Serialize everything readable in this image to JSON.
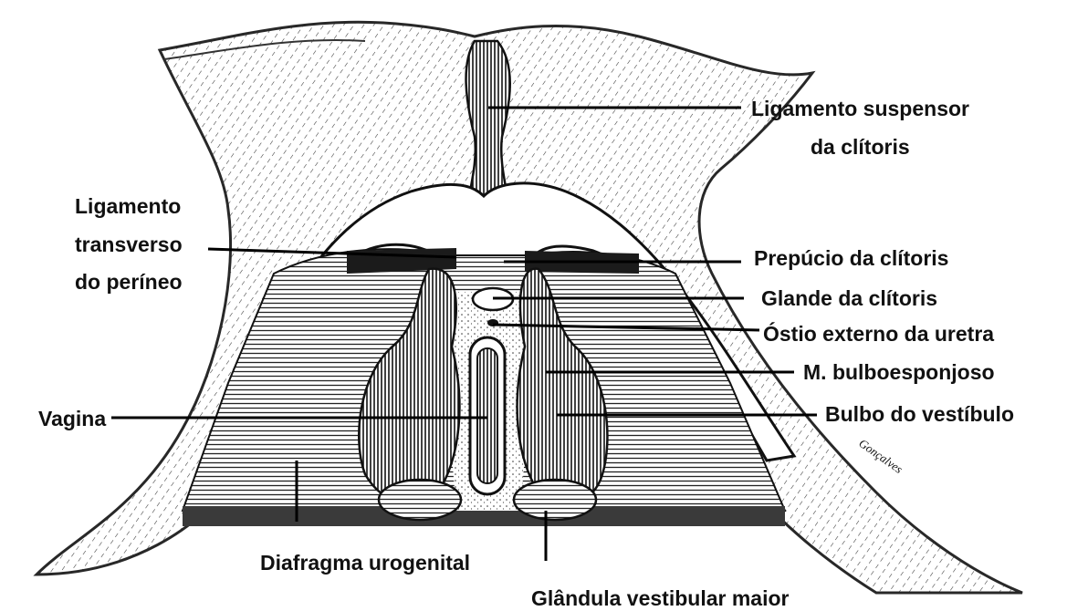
{
  "labels": {
    "suspensor_1": "Ligamento suspensor",
    "suspensor_2": "da clítoris",
    "transverso_1": "Ligamento",
    "transverso_2": "transverso",
    "transverso_3": "do períneo",
    "prepucio": "Prepúcio da clítoris",
    "glande": "Glande da clítoris",
    "ostio": "Óstio externo da uretra",
    "bulboesponjoso": "M. bulboesponjoso",
    "bulbo": "Bulbo do vestíbulo",
    "vagina": "Vagina",
    "diafragma": "Diafragma urogenital",
    "glandula": "Glândula vestibular maior"
  },
  "signature": "Gonçalves",
  "colors": {
    "ink": "#111111",
    "paper": "#ffffff",
    "shade": "#3a3a3a"
  }
}
